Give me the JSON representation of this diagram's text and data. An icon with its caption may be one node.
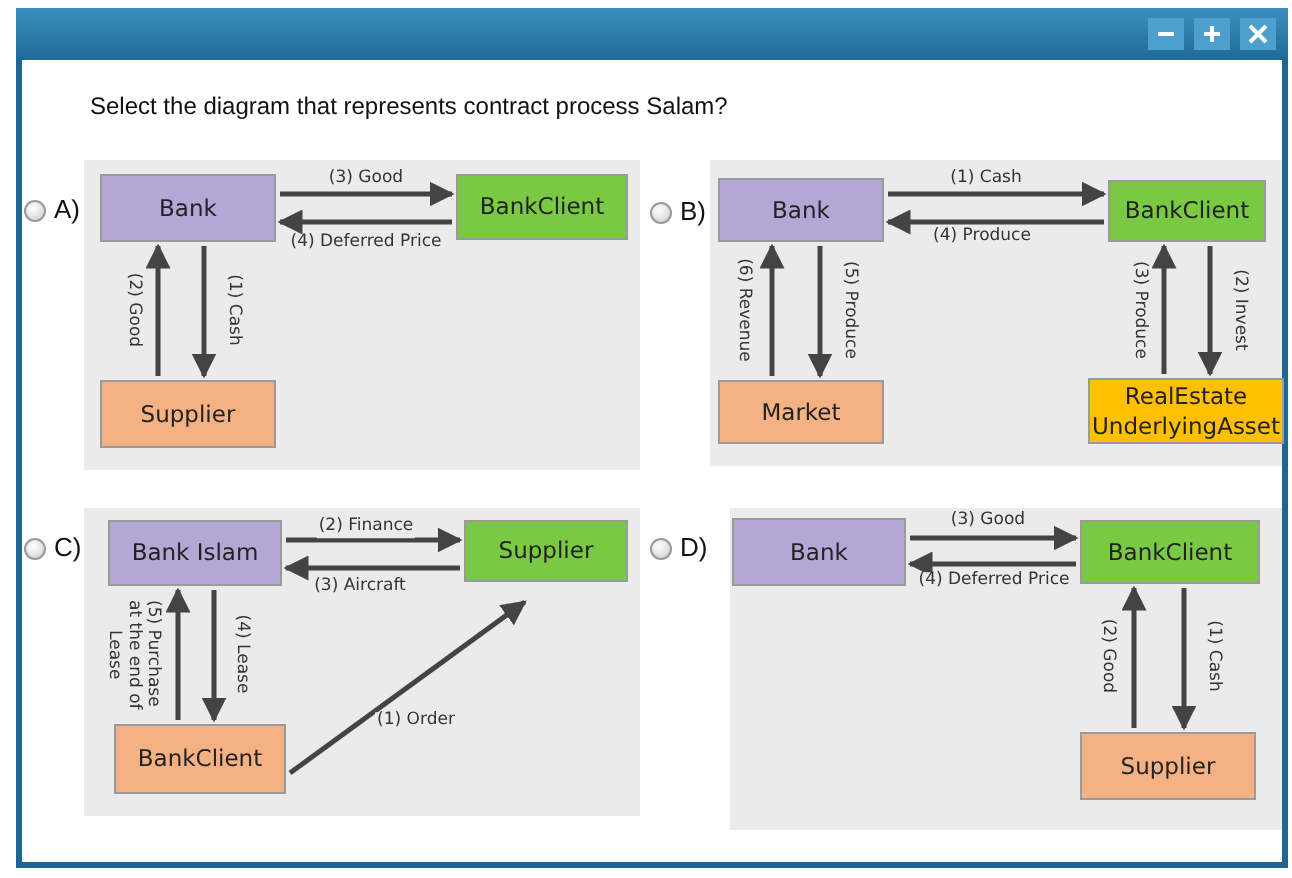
{
  "diagram": {
    "nodes": [
      {
        "text": [
          "Bank"
        ]
      },
      {
        "text": [
          "BankClient"
        ]
      },
      {
        "text": [
          "Supplier"
        ]
      },
      {
        "text": [
          "Bank"
        ]
      },
      {
        "text": [
          "BankClient"
        ]
      },
      {
        "text": [
          "Market"
        ]
      },
      {
        "text": [
          "RealEstate UnderlyingAsset"
        ]
      },
      {
        "text": [
          "Bank Islam"
        ]
      },
      {
        "text": [
          "Supplier"
        ]
      },
      {
        "text": [
          "BankClient"
        ]
      },
      {
        "text": [
          "Bank"
        ]
      },
      {
        "text": [
          "BankClient"
        ]
      },
      {
        "text": [
          "Supplier"
        ]
      }
    ],
    "edges": [
      {
        "from": 0,
        "to": 1,
        "arrow": "to",
        "label": "(3) Good"
      },
      {
        "from": 1,
        "to": 0,
        "arrow": "to",
        "label": "(4) Deferred Price"
      },
      {
        "from": 2,
        "to": 0,
        "arrow": "to",
        "label": "(2) Good"
      },
      {
        "from": 0,
        "to": 2,
        "arrow": "to",
        "label": "(1) Cash"
      },
      {
        "from": 3,
        "to": 4,
        "arrow": "to",
        "label": "(1) Cash"
      },
      {
        "from": 4,
        "to": 3,
        "arrow": "to",
        "label": "(4) Produce"
      },
      {
        "from": 5,
        "to": 3,
        "arrow": "to",
        "label": "(6) Revenue"
      },
      {
        "from": 3,
        "to": 5,
        "arrow": "to",
        "label": "(5) Produce"
      },
      {
        "from": 6,
        "to": 4,
        "arrow": "to",
        "label": "(3) Produce"
      },
      {
        "from": 4,
        "to": 6,
        "arrow": "to",
        "label": "(2) Invest"
      },
      {
        "from": 7,
        "to": 8,
        "arrow": "to",
        "label": "(2) Finance"
      },
      {
        "from": 8,
        "to": 7,
        "arrow": "to",
        "label": "(3) Aircraft"
      },
      {
        "from": 9,
        "to": 7,
        "arrow": "to",
        "label": "(5) Purchase at the end of Lease"
      },
      {
        "from": 7,
        "to": 9,
        "arrow": "to",
        "label": "(4) Lease"
      },
      {
        "from": 9,
        "to": 8,
        "arrow": "to",
        "label": "(1) Order"
      },
      {
        "from": 10,
        "to": 11,
        "arrow": "to",
        "label": "(3) Good"
      },
      {
        "from": 11,
        "to": 10,
        "arrow": "to",
        "label": "(4) Deferred Price"
      },
      {
        "from": 12,
        "to": 11,
        "arrow": "to",
        "label": "(2) Good"
      },
      {
        "from": 11,
        "to": 12,
        "arrow": "to",
        "label": "(1) Cash"
      }
    ],
    "labels": [
      "Select the diagram that represents contract process Salam?",
      "A)",
      "B)",
      "C)",
      "D)"
    ]
  }
}
